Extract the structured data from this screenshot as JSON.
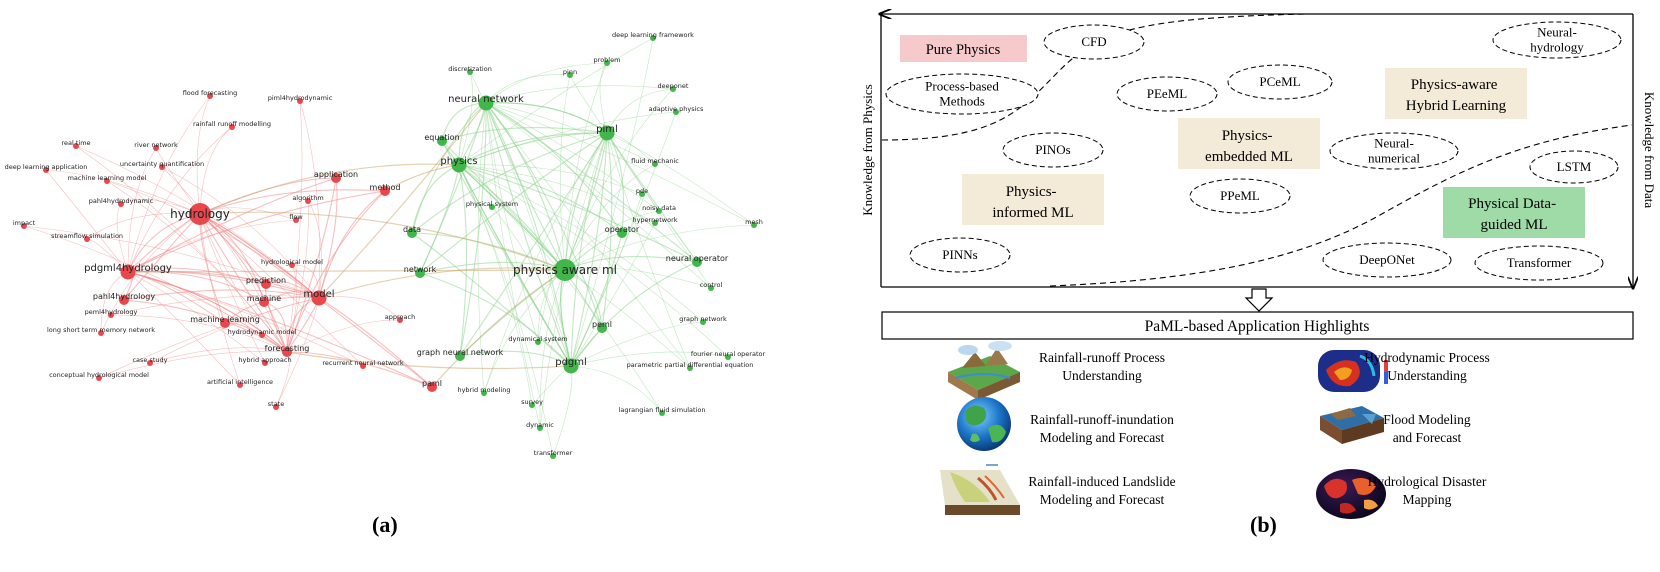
{
  "panel_a": {
    "caption": "(a)",
    "red_cluster": [
      {
        "label": "hydrology",
        "size": "xl"
      },
      {
        "label": "pdgml4hydrology",
        "size": "l"
      },
      {
        "label": "model",
        "size": "l"
      },
      {
        "label": "forecasting",
        "size": "m"
      },
      {
        "label": "prediction",
        "size": "m"
      },
      {
        "label": "machine",
        "size": "m"
      },
      {
        "label": "method",
        "size": "m"
      },
      {
        "label": "application",
        "size": "m"
      },
      {
        "label": "paml",
        "size": "m"
      },
      {
        "label": "pahl4hydrology",
        "size": "m"
      },
      {
        "label": "machine learning",
        "size": "m"
      },
      {
        "label": "algorithm",
        "size": "s"
      },
      {
        "label": "flow",
        "size": "s"
      },
      {
        "label": "hydrological model",
        "size": "s"
      },
      {
        "label": "hydrodynamic model",
        "size": "s"
      },
      {
        "label": "approach",
        "size": "s"
      },
      {
        "label": "flood forecasting",
        "size": "s"
      },
      {
        "label": "piml4hydrodynamic",
        "size": "s"
      },
      {
        "label": "rainfall runoff modelling",
        "size": "s"
      },
      {
        "label": "real time",
        "size": "s"
      },
      {
        "label": "river network",
        "size": "s"
      },
      {
        "label": "uncertainty quantification",
        "size": "s"
      },
      {
        "label": "deep learning application",
        "size": "s"
      },
      {
        "label": "machine learning model",
        "size": "s"
      },
      {
        "label": "pahl4hydrodynamic",
        "size": "s"
      },
      {
        "label": "impact",
        "size": "s"
      },
      {
        "label": "streamflow simulation",
        "size": "s"
      },
      {
        "label": "peml4hydrology",
        "size": "s"
      },
      {
        "label": "long short term memory network",
        "size": "s"
      },
      {
        "label": "case study",
        "size": "s"
      },
      {
        "label": "hybrid approach",
        "size": "s"
      },
      {
        "label": "conceptual hydrological model",
        "size": "s"
      },
      {
        "label": "artificial intelligence",
        "size": "s"
      },
      {
        "label": "state",
        "size": "s"
      },
      {
        "label": "recurrent neural network",
        "size": "s"
      }
    ],
    "green_cluster": [
      {
        "label": "physics aware ml",
        "size": "xl"
      },
      {
        "label": "neural network",
        "size": "l"
      },
      {
        "label": "physics",
        "size": "l"
      },
      {
        "label": "piml",
        "size": "l"
      },
      {
        "label": "pdgml",
        "size": "l"
      },
      {
        "label": "peml",
        "size": "m"
      },
      {
        "label": "data",
        "size": "m"
      },
      {
        "label": "network",
        "size": "m"
      },
      {
        "label": "equation",
        "size": "m"
      },
      {
        "label": "operator",
        "size": "m"
      },
      {
        "label": "neural operator",
        "size": "m"
      },
      {
        "label": "graph neural network",
        "size": "m"
      },
      {
        "label": "pinn",
        "size": "s"
      },
      {
        "label": "discretization",
        "size": "s"
      },
      {
        "label": "problem",
        "size": "s"
      },
      {
        "label": "deep learning framework",
        "size": "s"
      },
      {
        "label": "deeponet",
        "size": "s"
      },
      {
        "label": "adaptive physics",
        "size": "s"
      },
      {
        "label": "fluid mechanic",
        "size": "s"
      },
      {
        "label": "pde",
        "size": "s"
      },
      {
        "label": "noisy data",
        "size": "s"
      },
      {
        "label": "hypernetwork",
        "size": "s"
      },
      {
        "label": "mesh",
        "size": "s"
      },
      {
        "label": "physical system",
        "size": "s"
      },
      {
        "label": "control",
        "size": "s"
      },
      {
        "label": "graph network",
        "size": "s"
      },
      {
        "label": "dynamical system",
        "size": "s"
      },
      {
        "label": "fourier neural operator",
        "size": "s"
      },
      {
        "label": "parametric partial differential equation",
        "size": "s"
      },
      {
        "label": "lagrangian fluid simulation",
        "size": "s"
      },
      {
        "label": "hybrid modeling",
        "size": "s"
      },
      {
        "label": "survey",
        "size": "s"
      },
      {
        "label": "dynamic",
        "size": "s"
      },
      {
        "label": "transformer",
        "size": "s"
      }
    ],
    "colors": {
      "red": "#e8474c",
      "green": "#41b64a",
      "red_edge": "#f08a8d",
      "green_edge": "#8fd38f"
    }
  },
  "panel_b": {
    "caption": "(b)",
    "axis_left": "Knowledge from Physics",
    "axis_right": "Knowledge from Data",
    "categories": {
      "pure_physics": "Pure Physics",
      "physics_informed": "Physics-informed ML",
      "physics_embedded": "Physics-embedded ML",
      "physics_aware": "Physics-aware Hybrid Learning",
      "physical_data_guided": "Physical Data-guided ML"
    },
    "methods": {
      "cfd": "CFD",
      "process_based": "Process-based Methods",
      "neural_hydrology": "Neural-hydrology",
      "peeml": "PEeML",
      "pceml": "PCeML",
      "pinos": "PINOs",
      "neural_numerical": "Neural-numerical",
      "lstm": "LSTM",
      "ppeml": "PPeML",
      "pinns": "PINNs",
      "deeponet": "DeepONet",
      "transformer": "Transformer"
    },
    "highlights_title": "PaML-based Application Highlights",
    "highlights": [
      {
        "icon": "rainfall-runoff-terrain-icon",
        "text": "Rainfall-runoff Process Understanding"
      },
      {
        "icon": "hydrodynamic-simulation-icon",
        "text": "Hydrodynamic Process Understanding"
      },
      {
        "icon": "globe-icon",
        "text": "Rainfall-runoff-inundation Modeling and Forecast"
      },
      {
        "icon": "flood-model-icon",
        "text": "Flood Modeling and Forecast"
      },
      {
        "icon": "landslide-slope-icon",
        "text": "Rainfall-induced Landslide Modeling and Forecast"
      },
      {
        "icon": "disaster-map-globe-icon",
        "text": "Hydrological Disaster Mapping"
      }
    ],
    "colors": {
      "pure_physics": "#f6c9cb",
      "category_beige": "#f4ead8",
      "data_guided": "#9fdba6"
    }
  }
}
